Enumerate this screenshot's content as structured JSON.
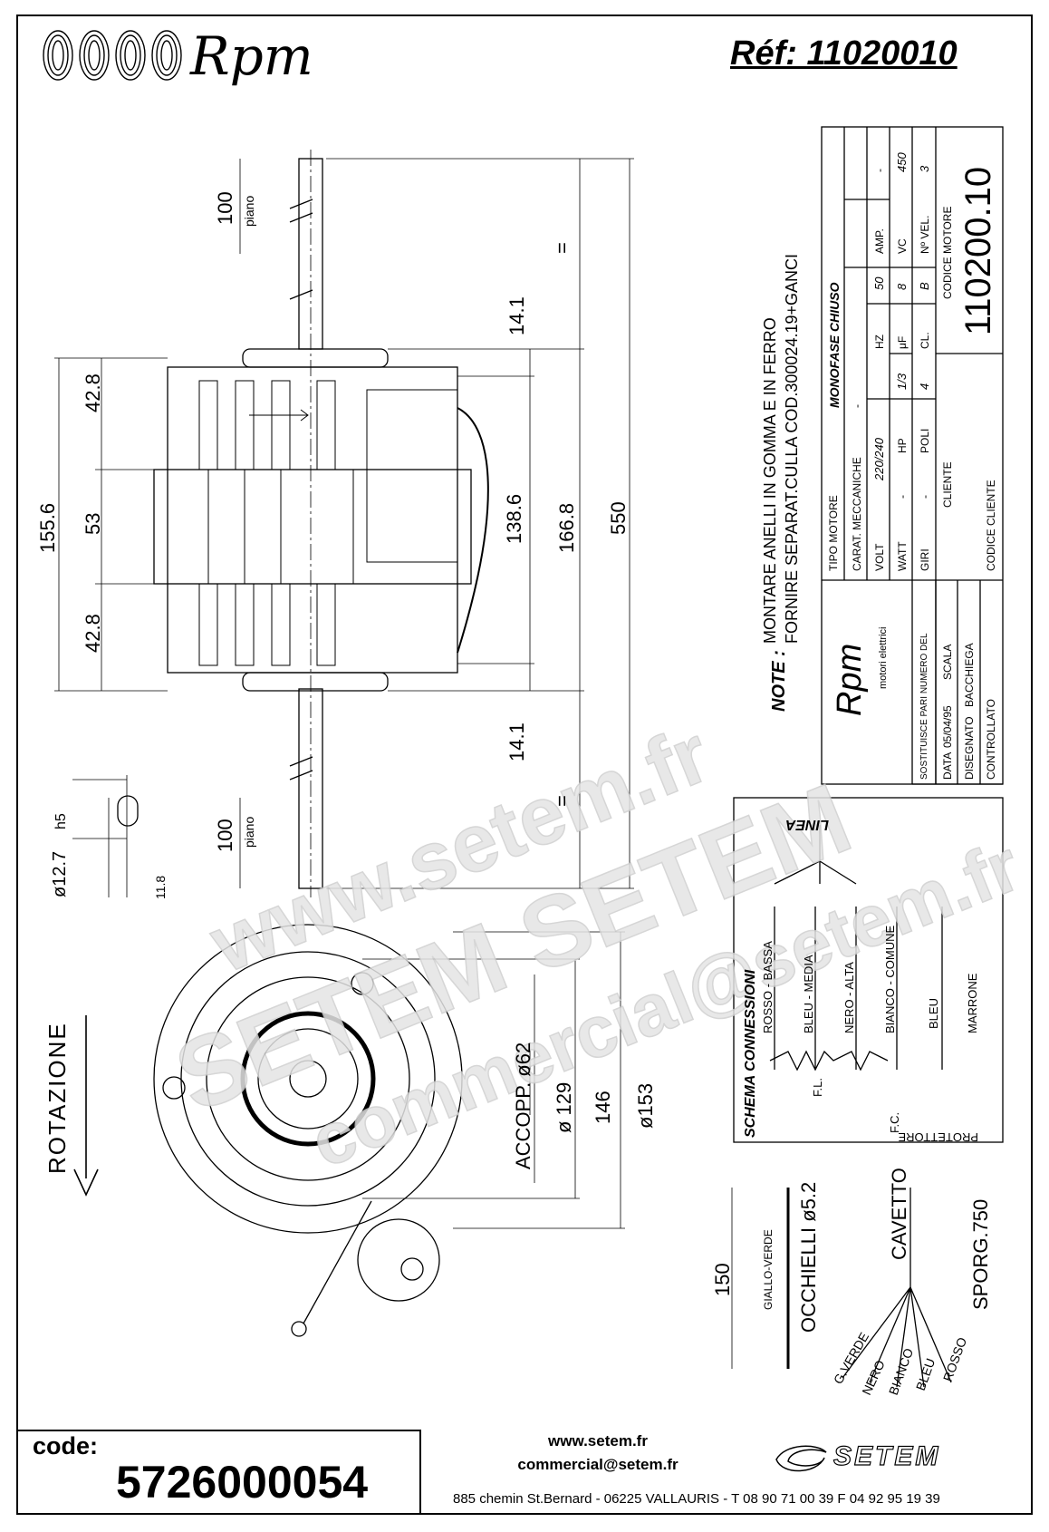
{
  "header": {
    "brand": "Rpm",
    "ref": "Réf:  11020010"
  },
  "dims": {
    "d100_top": "100",
    "piano_top": "piano",
    "d14_1_top": "14.1",
    "d14_1_bot": "14.1",
    "eq_top": "=",
    "eq_bot": "=",
    "d155_6": "155.6",
    "d42_8_a": "42.8",
    "d53": "53",
    "d42_8_b": "42.8",
    "d138_6": "138.6",
    "d166_8": "166.8",
    "d550": "550",
    "d100_bot": "100",
    "piano_bot": "piano",
    "shaft_d": "ø12.7",
    "shaft_tol": "h5",
    "shaft_flat": "11.8",
    "accopp": "ACCOPP. ø62",
    "d129": "ø 129",
    "d146": "146",
    "d153": "ø153"
  },
  "rotation": "ROTAZIONE",
  "note": {
    "label": "NOTE :",
    "line1": "MONTARE ANELLI IN GOMMA E IN FERRO",
    "line2": "FORNIRE SEPARAT.CULLA COD.300024.19+GANCI"
  },
  "spec_table": {
    "tipo_motore_label": "TIPO MOTORE",
    "tipo_motore": "MONOFASE CHIUSO",
    "carat_label": "CARAT. MECCANICHE",
    "carat": "-",
    "volt_label": "VOLT",
    "volt": "220/240",
    "hz_label": "HZ",
    "hz": "50",
    "amp_label": "AMP.",
    "amp": "-",
    "watt_label": "WATT",
    "watt": "-",
    "hp_label": "HP",
    "hp": "1/3",
    "uf_label": "μF",
    "uf": "8",
    "vc_label": "VC",
    "vc": "450",
    "giri_label": "GIRI",
    "giri": "-",
    "poli_label": "POLI",
    "poli": "4",
    "cl_label": "CL.",
    "cl": "B",
    "nvel_label": "Nº VEL.",
    "nvel": "3",
    "cliente_label": "CLIENTE",
    "codice_motore_label": "CODICE MOTORE",
    "codice_motore": "110200.10",
    "codice_cliente_label": "CODICE CLIENTE",
    "sostituisce": "SOSTITUISCE PARI NUMERO DEL",
    "data_label": "DATA",
    "data": "05/04/95",
    "scala": "SCALA",
    "disegnato_label": "DISEGNATO",
    "disegnato": "BACCHIEGA",
    "controllato": "CONTROLLATO",
    "logo_brand": "Rpm",
    "logo_sub": "motori elettrici"
  },
  "schema": {
    "title": "SCHEMA CONNESSIONI",
    "linea": "LINEA",
    "w1": "ROSSO - BASSA",
    "w2": "BLEU - MEDIA",
    "w3": "NERO - ALTA",
    "w4": "BIANCO - COMUNE",
    "bleu": "BLEU",
    "marrone": "MARRONE",
    "fl": "F.L.",
    "fc": "F.C.",
    "protettore": "PROTETTORE"
  },
  "cable": {
    "d150": "150",
    "giallo_verde": "GIALLO-VERDE",
    "occhielli": "OCCHIELLI ø5.2",
    "cavetto": "CAVETTO",
    "sporg": "SPORG.750",
    "wires": [
      "G.VERDE",
      "NERO",
      "BIANCO",
      "BLEU",
      "ROSSO"
    ]
  },
  "footer": {
    "code_label": "code:",
    "code": "5726000054",
    "web": "www.setem.fr",
    "email": "commercial@setem.fr",
    "address": "885 chemin St.Bernard  -  06225 VALLAURIS  -  T 08 90 71 00 39   F 04 92 95 19 39",
    "setem_logo": "SETEM"
  },
  "watermark": {
    "w1": "www.setem.fr",
    "w2": "SETEM SETEM",
    "w3": "commercial@setem.fr"
  }
}
